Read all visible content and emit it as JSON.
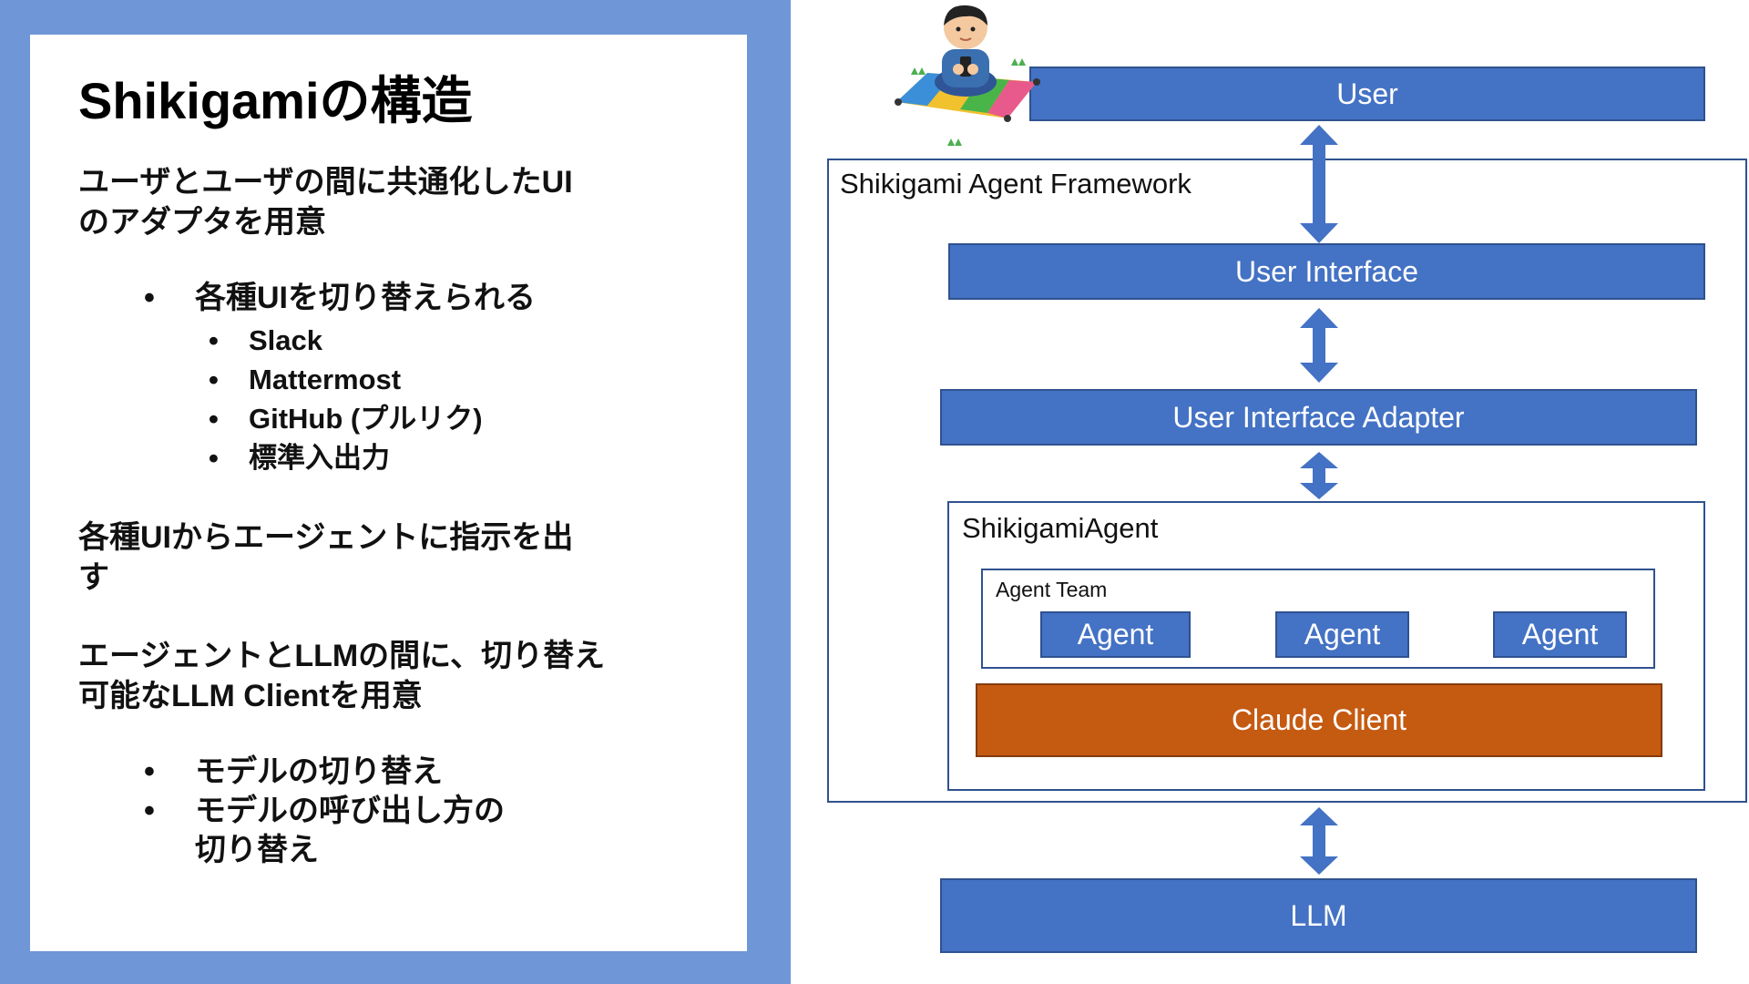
{
  "slide": {
    "title": "Shikigamiの構造"
  },
  "text": {
    "para1": [
      "ユーザとユーザの間に共通化したUI",
      "のアダプタを用意"
    ],
    "bullet_ui": "各種UIを切り替えられる",
    "ui_options": [
      "Slack",
      "Mattermost",
      "GitHub (プルリク)",
      "標準入出力"
    ],
    "para2": [
      "各種UIからエージェントに指示を出",
      "す"
    ],
    "para3": [
      "エージェントとLLMの間に、切り替え",
      "可能なLLM Clientを用意"
    ],
    "bullets_model": [
      [
        "モデルの切り替え"
      ],
      [
        "モデルの呼び出し方の",
        "切り替え"
      ]
    ]
  },
  "diagram": {
    "user": "User",
    "framework": "Shikigami Agent Framework",
    "user_interface": "User Interface",
    "user_interface_adapter": "User Interface Adapter",
    "shikigami_agent": "ShikigamiAgent",
    "agent_team": "Agent Team",
    "agents": [
      "Agent",
      "Agent",
      "Agent"
    ],
    "claude_client": "Claude Client",
    "llm": "LLM"
  },
  "colors": {
    "left_panel": "#6f96d6",
    "box_blue": "#4472c4",
    "box_border": "#2f528f",
    "claude_orange": "#c55a11"
  },
  "icons": {
    "user_illustration": "person-with-phone-on-mat-icon"
  }
}
